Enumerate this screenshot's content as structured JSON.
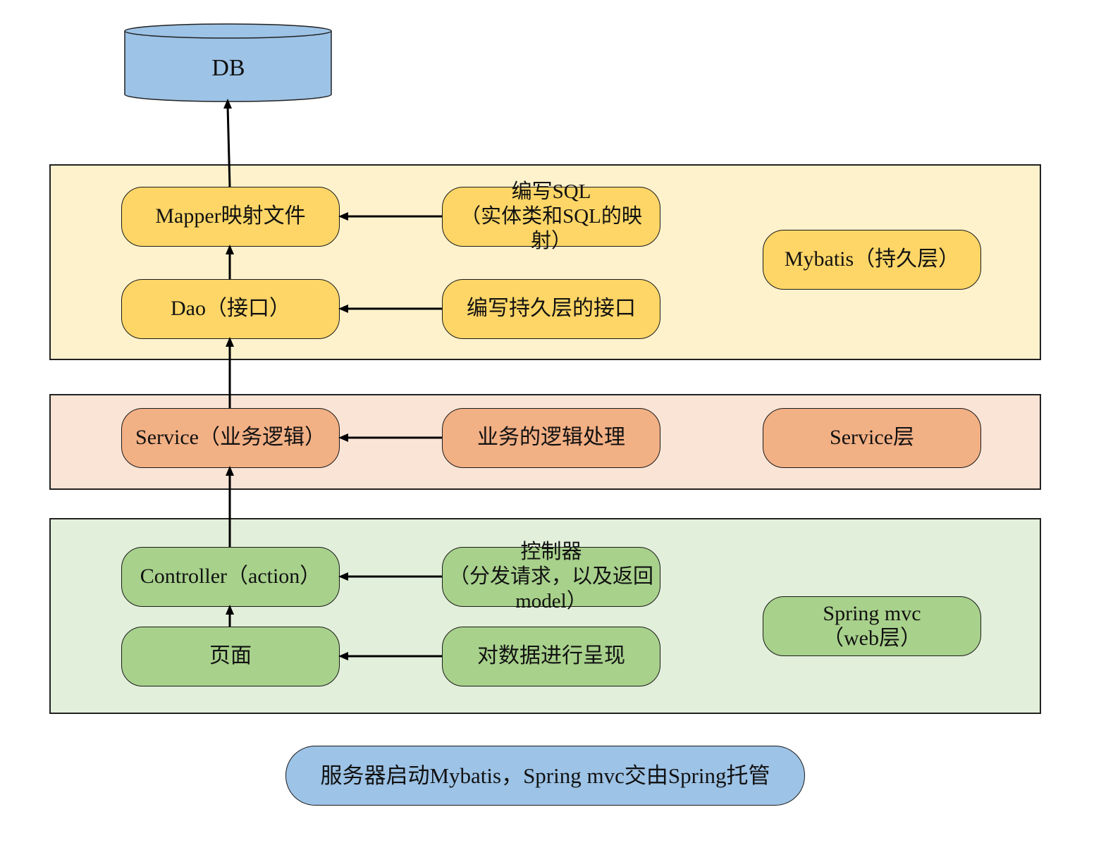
{
  "colors": {
    "persist_layer_bg": "#fef2cc",
    "persist_node_bg": "#fed667",
    "service_layer_bg": "#fae4d5",
    "service_node_bg": "#f2b085",
    "web_layer_bg": "#e2efda",
    "web_node_bg": "#a8d18c",
    "db_bg": "#9dc3e6",
    "footer_bg": "#9dc3e6",
    "arrow": "#000000"
  },
  "db": {
    "label": "DB"
  },
  "persist": {
    "mapper": "Mapper映射文件",
    "dao": "Dao（接口）",
    "write_sql": "编写SQL\n（实体类和SQL的映\n射）",
    "write_interface": "编写持久层的接口",
    "layer_name": "Mybatis（持久层）"
  },
  "service": {
    "service_node": "Service（业务逻辑）",
    "logic": "业务的逻辑处理",
    "layer_name": "Service层"
  },
  "web": {
    "controller": "Controller（action）",
    "controller_desc": "控制器\n（分发请求，以及返回\nmodel）",
    "page": "页面",
    "page_desc": "对数据进行呈现",
    "layer_name": "Spring mvc\n（web层）"
  },
  "footer": {
    "label": "服务器启动Mybatis，Spring mvc交由Spring托管"
  }
}
